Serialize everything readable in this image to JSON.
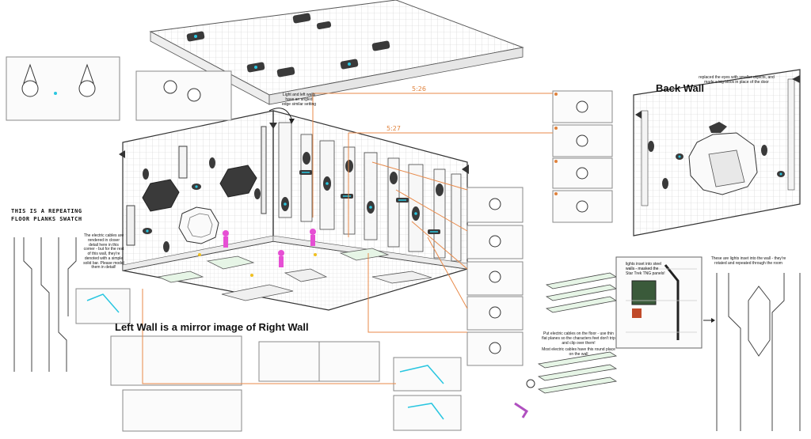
{
  "labels": {
    "back_wall_title": "Back Wall",
    "back_wall_note": "replaced the eyes with smaller objects, and made a big block in place of the door",
    "left_wall_title": "Left Wall is a mirror image of Right Wall",
    "floor_swatch_line1": "THIS IS A REPEATING",
    "floor_swatch_line2": "FLOOR PLANKS SWATCH",
    "electric_cables_note": "The electric cables are rendered in closer detail here in this corner - but for the rest of this wall, they're denoted with a simple solid bar. Please model them in detail!",
    "light_slots_note": "Light and left walls have an angled edge similar setting",
    "lights_inset_note": "lights inset into steel walls - masked the Star Trek TNG panels!",
    "wall_lights_note": "These are lights inset into the wall - they're rotated and repeated through the room",
    "floor_cables_note": "Put electric cables on the floor - use thin flat planes so the characters feet don't trip and clip over them!",
    "wall_cables_note": "Most electric cables have this round place on the wall",
    "timing_1": "5:26",
    "timing_2": "5:27"
  },
  "colors": {
    "line_art": "#2a2a2a",
    "accent_cyan": "#29c6e0",
    "connector_orange": "#e88a4a",
    "character_pink": "#e64fd4",
    "cable_green": "#7fd08a",
    "panel_dark": "#3a3a3a"
  }
}
